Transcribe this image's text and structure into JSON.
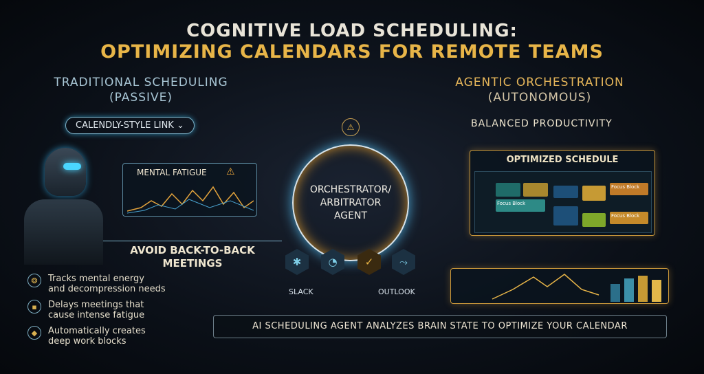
{
  "title": {
    "line1": "COGNITIVE LOAD SCHEDULING:",
    "line2": "OPTIMIZING CALENDARS FOR REMOTE TEAMS"
  },
  "left": {
    "heading": "TRADITIONAL SCHEDULING",
    "subheading": "(PASSIVE)",
    "link_pill": "CALENDLY-STYLE LINK",
    "fatigue_label": "MENTAL FATIGUE",
    "warning": "AVOID BACK-TO-BACK MEETINGS",
    "features": [
      {
        "icon": "brain-icon",
        "text1": "Tracks mental energy",
        "text2": "and decompression needs"
      },
      {
        "icon": "delay-icon",
        "text1": "Delays meetings that",
        "text2": "cause intense fatigue"
      },
      {
        "icon": "shield-icon",
        "text1": "Automatically creates",
        "text2": "deep work blocks"
      }
    ]
  },
  "center": {
    "hub_line1": "ORCHESTRATOR/",
    "hub_line2": "ARBITRATOR",
    "hub_line3": "AGENT",
    "slack": "SLACK",
    "outlook": "OUTLOOK"
  },
  "right": {
    "heading": "AGENTIC ORCHESTRATION",
    "subheading": "(AUTONOMOUS)",
    "balanced": "BALANCED PRODUCTIVITY",
    "schedule_title": "OPTIMIZED SCHEDULE",
    "focus_block": "Focus Block"
  },
  "footer": "AI SCHEDULING AGENT ANALYZES BRAIN STATE TO OPTIMIZE YOUR CALENDAR",
  "colors": {
    "gold": "#e8b548",
    "cyan": "#4aa3d0"
  }
}
